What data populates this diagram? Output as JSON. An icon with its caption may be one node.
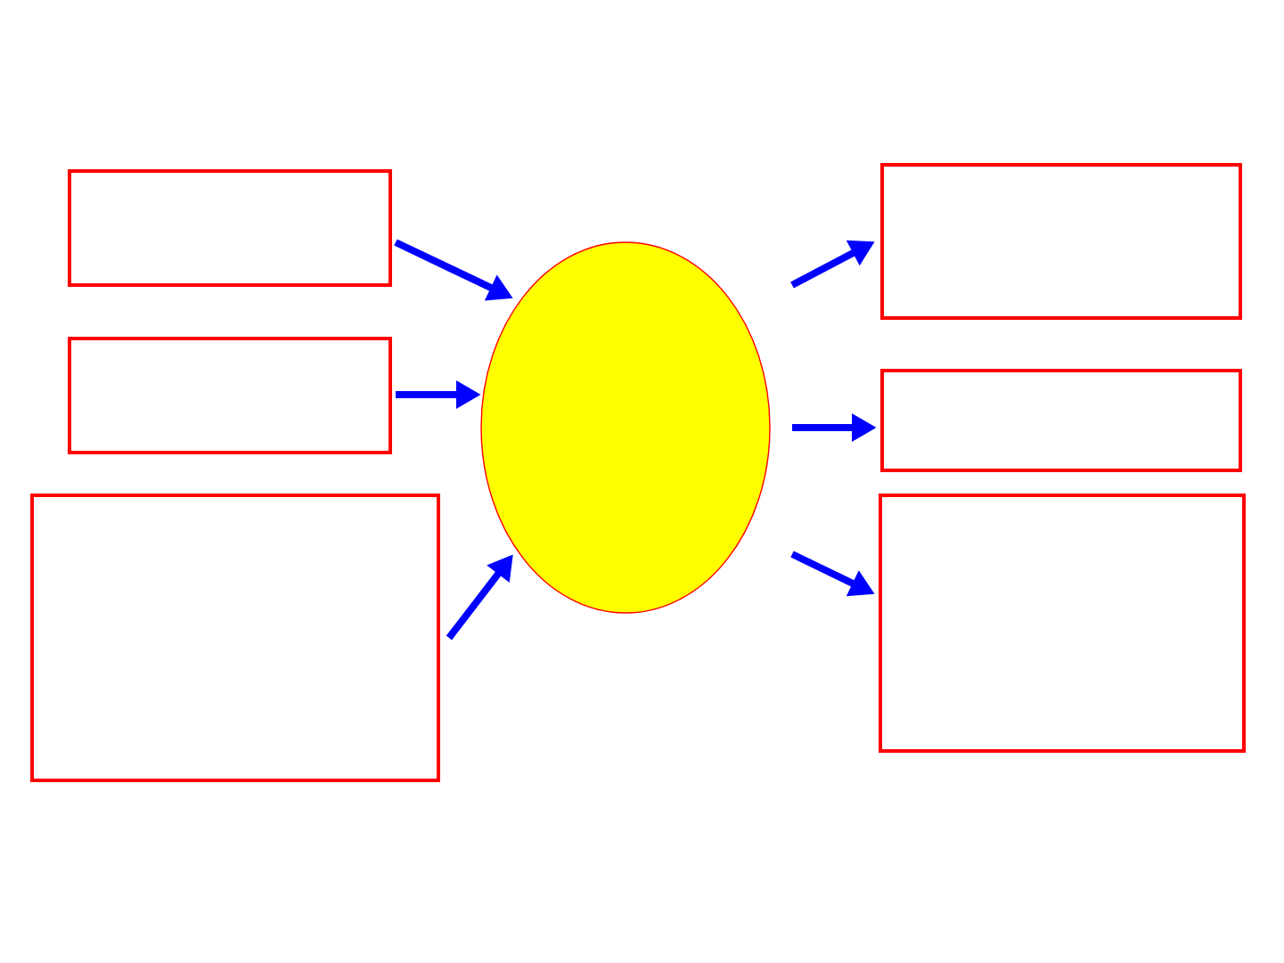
{
  "diagram": {
    "nodes": [
      {
        "text": [],
        "shape": "box"
      },
      {
        "text": [],
        "shape": "box"
      },
      {
        "text": [],
        "shape": "box"
      },
      {
        "text": [],
        "shape": "ellipse"
      },
      {
        "text": [],
        "shape": "box"
      },
      {
        "text": [],
        "shape": "box"
      },
      {
        "text": [],
        "shape": "box"
      }
    ],
    "edges": [
      {
        "from": 0,
        "to": 3,
        "arrow": "to"
      },
      {
        "from": 1,
        "to": 3,
        "arrow": "to"
      },
      {
        "from": 2,
        "to": 3,
        "arrow": "to"
      },
      {
        "from": 3,
        "to": 4,
        "arrow": "to"
      },
      {
        "from": 3,
        "to": 5,
        "arrow": "to"
      },
      {
        "from": 3,
        "to": 6,
        "arrow": "to"
      }
    ]
  }
}
